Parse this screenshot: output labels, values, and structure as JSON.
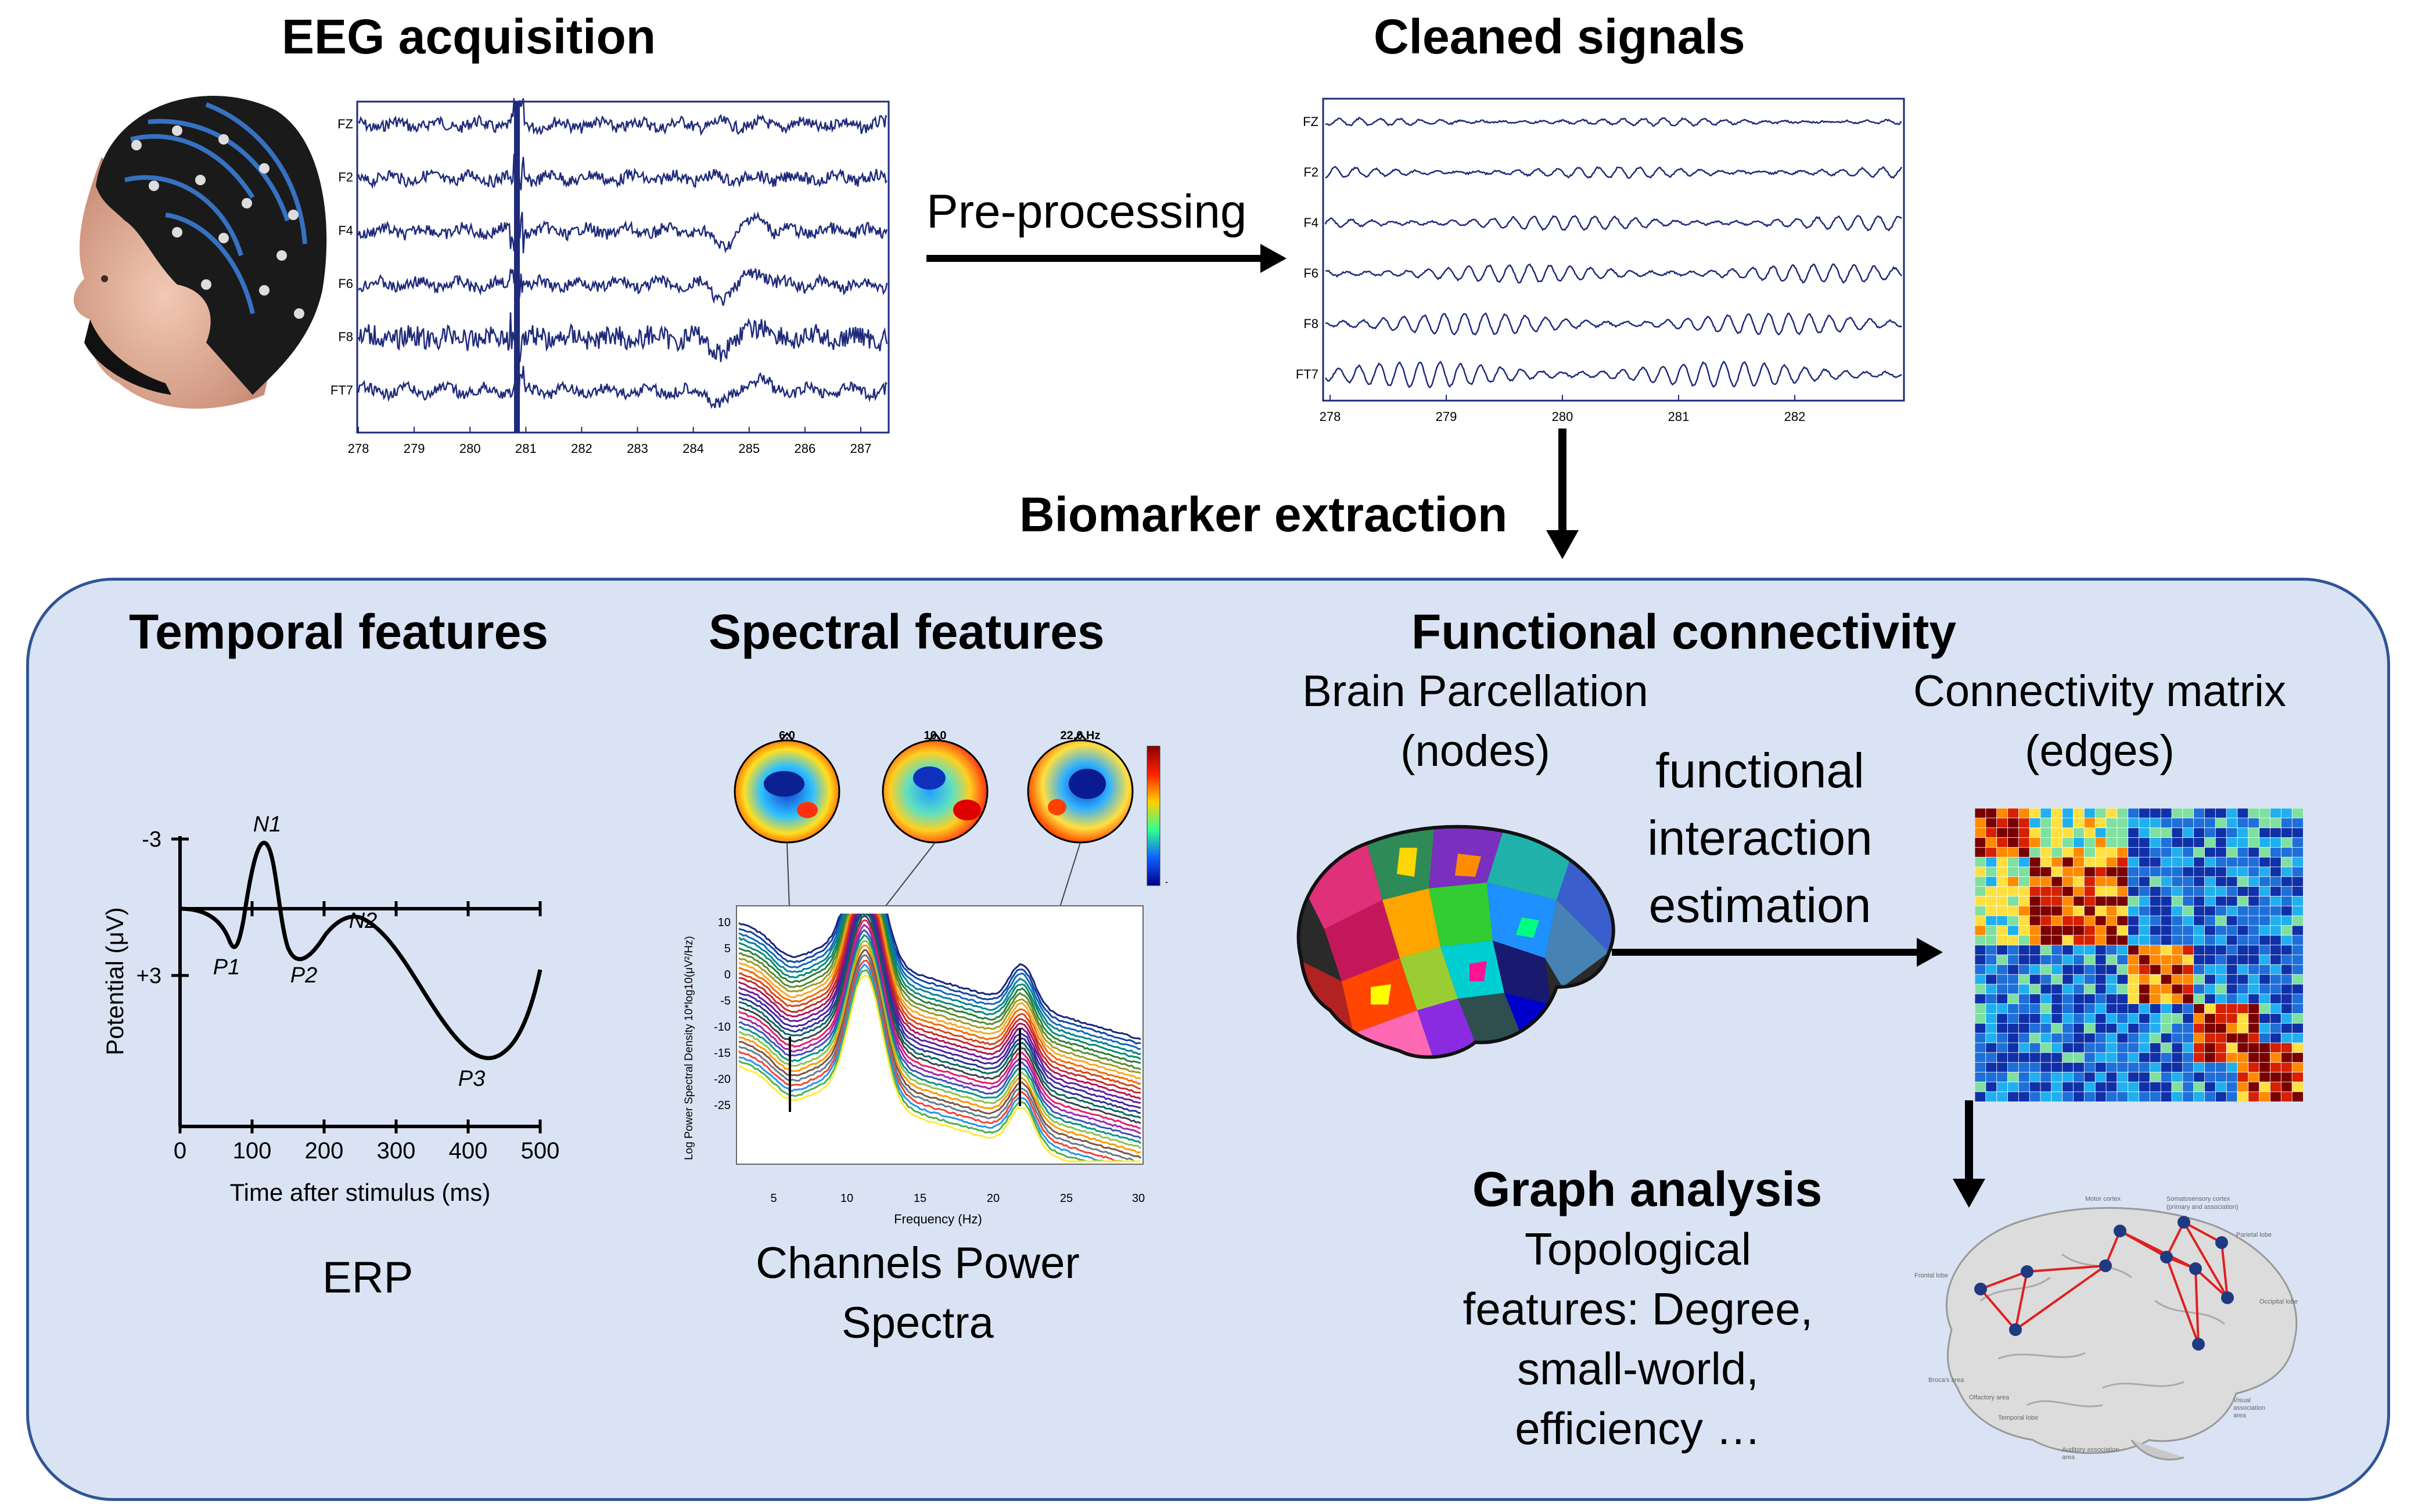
{
  "top": {
    "eeg_title": "EEG acquisition",
    "cleaned_title": "Cleaned signals",
    "preprocessing_label": "Pre-processing",
    "biomarker_label": "Biomarker extraction"
  },
  "raw_eeg": {
    "channels": [
      "FZ",
      "F2",
      "F4",
      "F6",
      "F8",
      "FT7"
    ],
    "ticks": [
      "278",
      "279",
      "280",
      "281",
      "282",
      "283",
      "284",
      "285",
      "286",
      "287"
    ]
  },
  "clean_eeg": {
    "channels": [
      "FZ",
      "F2",
      "F4",
      "F6",
      "F8",
      "FT7"
    ],
    "ticks": [
      "278",
      "279",
      "280",
      "281",
      "282"
    ]
  },
  "panel": {
    "temporal_title": "Temporal features",
    "spectral_title": "Spectral features",
    "fc_title": "Functional connectivity",
    "parcellation_label_1": "Brain Parcellation",
    "parcellation_label_2": "(nodes)",
    "matrix_label_1": "Connectivity matrix",
    "matrix_label_2": "(edges)",
    "interaction_1": "functional",
    "interaction_2": "interaction",
    "interaction_3": "estimation",
    "graph_title": "Graph analysis",
    "graph_desc_1": "Topological",
    "graph_desc_2": "features: Degree,",
    "graph_desc_3": "small-world,",
    "graph_desc_4": "efficiency …",
    "erp_label": "ERP",
    "spectra_label_1": "Channels Power",
    "spectra_label_2": "Spectra"
  },
  "erp": {
    "ylabel": "Potential (μV)",
    "xlabel": "Time after stimulus (ms)",
    "y_ticks": [
      "-3",
      "+3"
    ],
    "x_ticks": [
      "0",
      "100",
      "200",
      "300",
      "400",
      "500"
    ],
    "peaks": [
      "N1",
      "P1",
      "P2",
      "N2",
      "P3"
    ]
  },
  "psd": {
    "topo_labels": [
      "6.0",
      "10.0",
      "22.0 Hz"
    ],
    "ylabel": "Log Power Spectral Density 10*log10(μV²/Hz)",
    "xlabel": "Frequency (Hz)",
    "y_ticks": [
      "10",
      "5",
      "0",
      "-5",
      "-10",
      "-15",
      "-20",
      "-25"
    ],
    "x_ticks": [
      "5",
      "10",
      "15",
      "20",
      "25",
      "30"
    ],
    "colorbar_plus": "+",
    "colorbar_minus": "-"
  },
  "brain_atlas": {
    "labels": [
      "Motor cortex",
      "Somatosensory cortex",
      "(primary and association)",
      "Parietal lobe",
      "Frontal lobe",
      "Occipital lobe",
      "Broca's area",
      "Olfactory area",
      "Visual",
      "association",
      "area",
      "Temporal lobe",
      "Auditory association",
      "area"
    ]
  },
  "colors": {
    "panel_fill": "#dae3f3",
    "panel_border": "#2f5597",
    "eeg_trace": "#1f2a7a",
    "graph_edge": "#e02020",
    "graph_node": "#1f3a80"
  }
}
